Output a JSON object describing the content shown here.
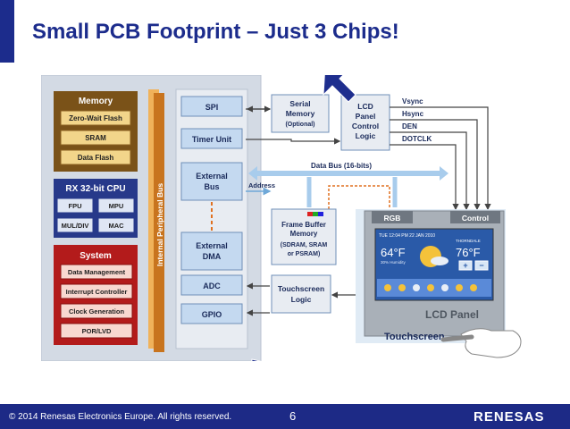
{
  "slide": {
    "title": "Small PCB Footprint – Just 3 Chips!",
    "copyright": "© 2014 Renesas Electronics Europe. All rights reserved.",
    "page_number": "6",
    "logo": "RENESAS"
  },
  "memory": {
    "header": "Memory",
    "items": [
      "Zero-Wait Flash",
      "SRAM",
      "Data Flash"
    ]
  },
  "cpu": {
    "header": "RX 32-bit CPU",
    "items": [
      "FPU",
      "MPU",
      "MUL/DIV",
      "MAC"
    ]
  },
  "system": {
    "header": "System",
    "items": [
      "Data Management",
      "Interrupt Controller",
      "Clock Generation",
      "POR/LVD"
    ]
  },
  "bus": {
    "label": "Internal Peripheral Bus"
  },
  "peripherals": {
    "spi": "SPI",
    "timer": "Timer Unit",
    "ext_bus_1": "External",
    "ext_bus_2": "Bus",
    "ext_dma_1": "External",
    "ext_dma_2": "DMA",
    "adc": "ADC",
    "gpio": "GPIO"
  },
  "serial_memory": {
    "line1": "Serial",
    "line2": "Memory",
    "line3": "(Optional)"
  },
  "lcd_logic": {
    "line1": "LCD",
    "line2": "Panel",
    "line3": "Control",
    "line4": "Logic"
  },
  "signals": [
    "Vsync",
    "Hsync",
    "DEN",
    "DOTCLK"
  ],
  "data_bus": "Data Bus (16-bits)",
  "address": "Address",
  "frame_buffer": {
    "line1": "Frame Buffer",
    "line2": "Memory",
    "line3": "(SDRAM, SRAM",
    "line4": "or PSRAM)"
  },
  "touch_logic": {
    "line1": "Touchscreen",
    "line2": "Logic"
  },
  "lcd_panel": {
    "rgb": "RGB",
    "control": "Control",
    "label": "LCD Panel",
    "touchscreen": "Touchscreen",
    "screen_time": "TUE  12:04 PM  22 JAN 2010",
    "screen_city": "THORNDALE",
    "temp_left": "64°F",
    "temp_right": "76°F",
    "humidity": "30% Humidity"
  },
  "colors": {
    "title": "#1c2c8c",
    "memory_block": "#7a5218",
    "cpu_block": "#27398a",
    "system_block": "#b31b1b",
    "bus": "#c8741e",
    "diagram_bg": "#d3dae4",
    "accent_arrow": "#1e2e8e"
  }
}
